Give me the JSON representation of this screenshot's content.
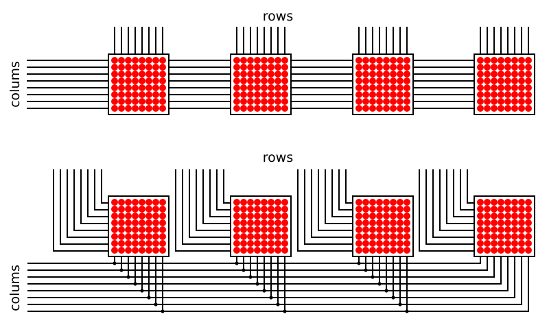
{
  "diagrams": [
    {
      "id": "top",
      "wiring": "straight",
      "rows_label": "rows",
      "columns_label": "colums",
      "matrix_count": 4,
      "grid_rows": 8,
      "grid_cols": 8
    },
    {
      "id": "bottom",
      "wiring": "stepped",
      "rows_label": "rows",
      "columns_label": "colums",
      "matrix_count": 4,
      "grid_rows": 8,
      "grid_cols": 8
    }
  ],
  "colors": {
    "led": "#ff0000",
    "wire": "#000000",
    "frame": "#000000",
    "background": "#ffffff"
  }
}
